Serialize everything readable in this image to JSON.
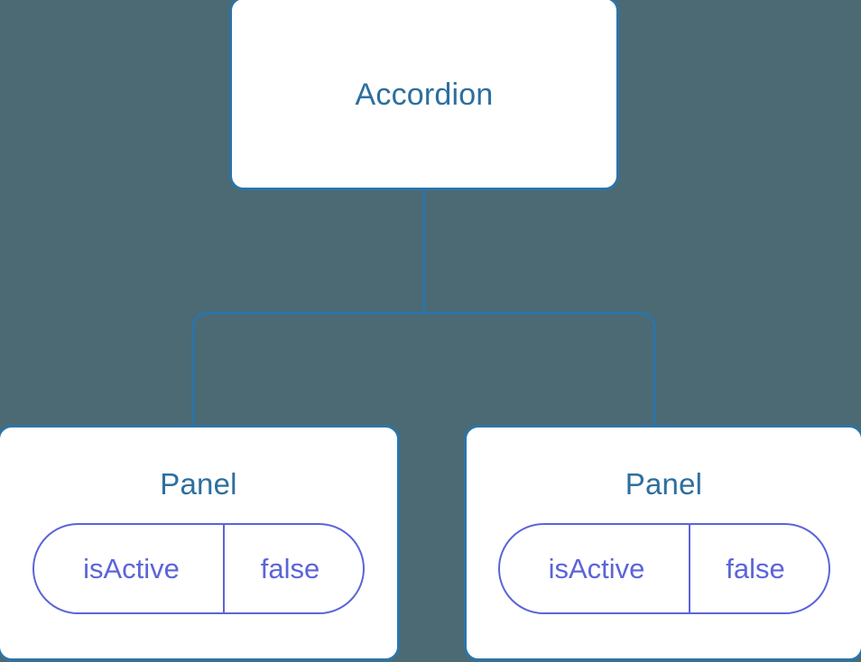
{
  "diagram": {
    "type": "component-tree",
    "background_color": "#4c6a73",
    "node_border_color": "#2c74a8",
    "node_title_color": "#2d6f9e",
    "edge_color": "#2c74a8",
    "state_pill_color": "#5c64d8",
    "root": {
      "label": "Accordion"
    },
    "children": [
      {
        "label": "Panel",
        "state": {
          "key": "isActive",
          "value": "false"
        }
      },
      {
        "label": "Panel",
        "state": {
          "key": "isActive",
          "value": "false"
        }
      }
    ]
  }
}
